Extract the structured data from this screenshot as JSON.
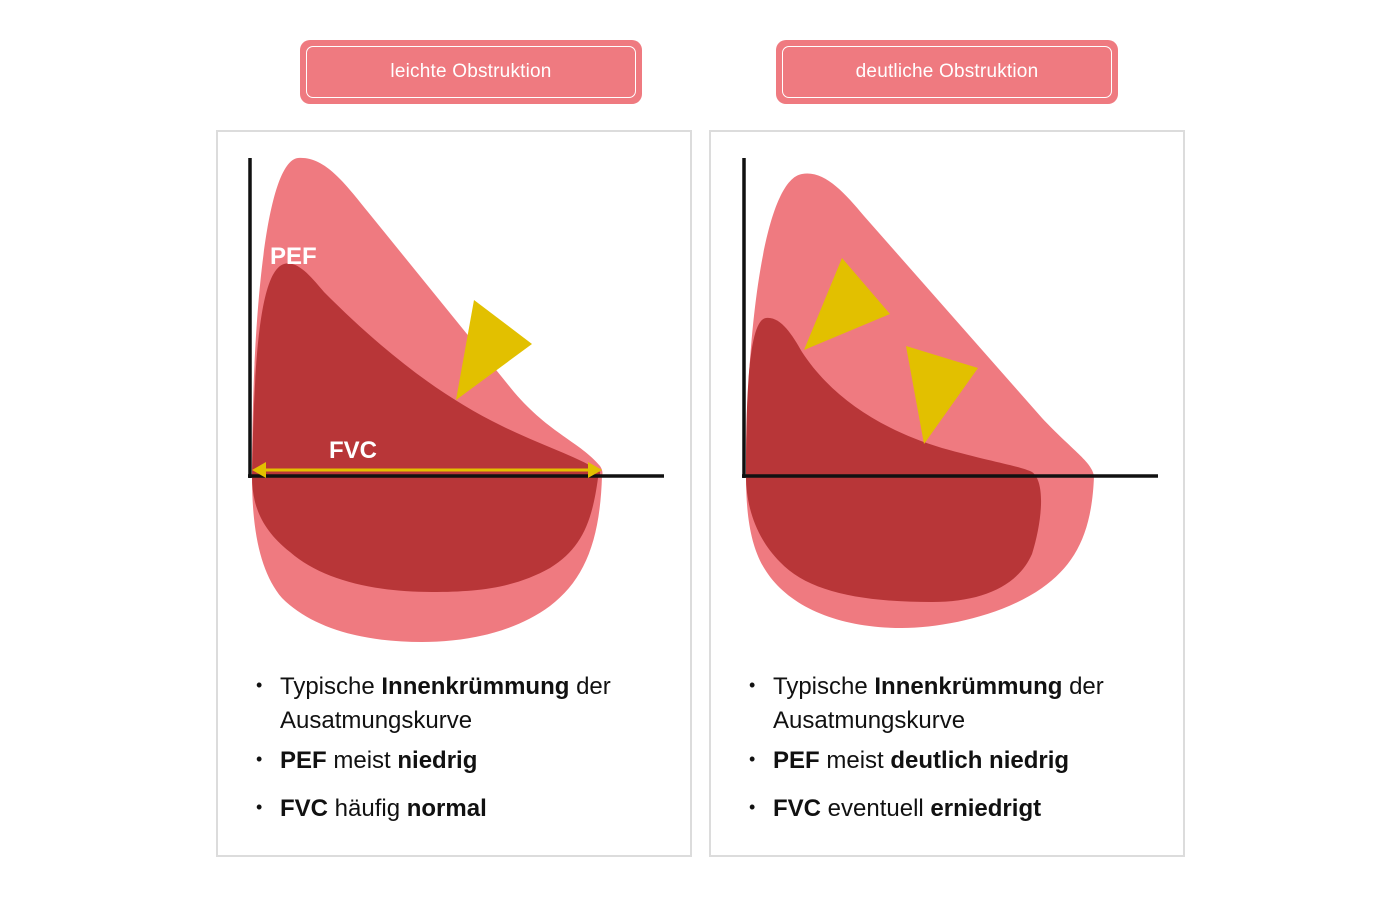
{
  "colors": {
    "pill": "#ef7a80",
    "outer_curve": "#ef7a80",
    "inner_curve": "#b83638",
    "arrow": "#e2c000",
    "axis": "#111111",
    "label_white": "#ffffff"
  },
  "left": {
    "label": "leichte Obstruktion",
    "diagram": {
      "pef_label": "PEF",
      "fvc_label": "FVC",
      "marker_count": 1
    },
    "bullets": [
      {
        "t1": "Typische ",
        "b1": "Innenkrümmung",
        "t2": " der Ausatmungskurve"
      },
      {
        "b1": "PEF",
        "t1": " meist ",
        "b2": "niedrig"
      },
      {
        "b1": "FVC",
        "t1": " häufig ",
        "b2": "normal"
      }
    ]
  },
  "right": {
    "label": "deutliche Obstruktion",
    "diagram": {
      "marker_count": 2
    },
    "bullets": [
      {
        "t1": "Typische ",
        "b1": "Innenkrümmung",
        "t2": " der Ausatmungskurve"
      },
      {
        "b1": "PEF",
        "t1": " meist ",
        "b2": "deutlich niedrig"
      },
      {
        "b1": "FVC",
        "t1": " eventuell ",
        "b2": "erniedrigt"
      }
    ]
  }
}
